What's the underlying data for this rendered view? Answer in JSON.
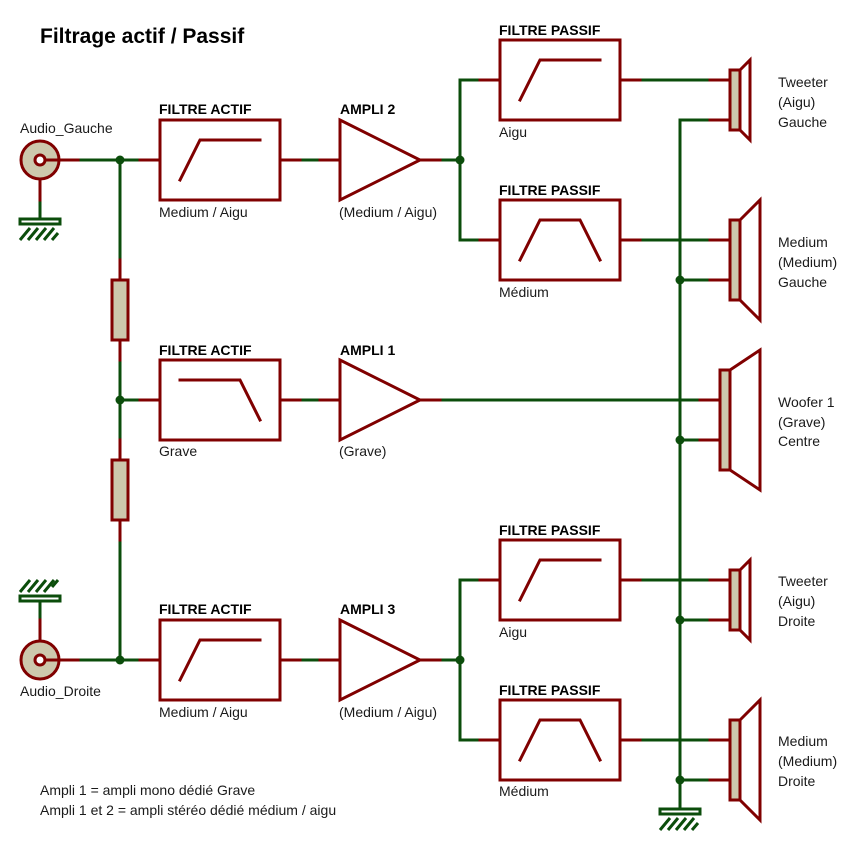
{
  "title": "Filtrage actif / Passif",
  "inputs": {
    "left": "Audio_Gauche",
    "right": "Audio_Droite"
  },
  "active_filters": [
    {
      "title": "FILTRE ACTIF",
      "label": "Medium / Aigu",
      "response": "high-pass"
    },
    {
      "title": "FILTRE ACTIF",
      "label": "Grave",
      "response": "low-pass"
    },
    {
      "title": "FILTRE ACTIF",
      "label": "Medium / Aigu",
      "response": "high-pass"
    }
  ],
  "amplifiers": [
    {
      "title": "AMPLI 2",
      "label": "(Medium / Aigu)"
    },
    {
      "title": "AMPLI 1",
      "label": "(Grave)"
    },
    {
      "title": "AMPLI 3",
      "label": "(Medium / Aigu)"
    }
  ],
  "passive_filters": [
    {
      "title": "FILTRE PASSIF",
      "label": "Aigu",
      "response": "high-pass"
    },
    {
      "title": "FILTRE PASSIF",
      "label": "Médium",
      "response": "band-pass"
    },
    {
      "title": "FILTRE PASSIF",
      "label": "Aigu",
      "response": "high-pass"
    },
    {
      "title": "FILTRE PASSIF",
      "label": "Médium",
      "response": "band-pass"
    }
  ],
  "speakers": [
    {
      "line1": "Tweeter",
      "line2": "(Aigu)",
      "line3": "Gauche"
    },
    {
      "line1": "Medium",
      "line2": "(Medium)",
      "line3": "Gauche"
    },
    {
      "line1": "Woofer 1",
      "line2": "(Grave)",
      "line3": "Centre"
    },
    {
      "line1": "Tweeter",
      "line2": "(Aigu)",
      "line3": "Droite"
    },
    {
      "line1": "Medium",
      "line2": "(Medium)",
      "line3": "Droite"
    }
  ],
  "notes": [
    "Ampli 1 = ampli mono dédié Grave",
    "Ampli 1 et 2 = ampli stéréo dédié médium / aigu"
  ],
  "colors": {
    "component": "#800000",
    "wire": "#0b4d0b",
    "fill": "#cdc8ad"
  }
}
